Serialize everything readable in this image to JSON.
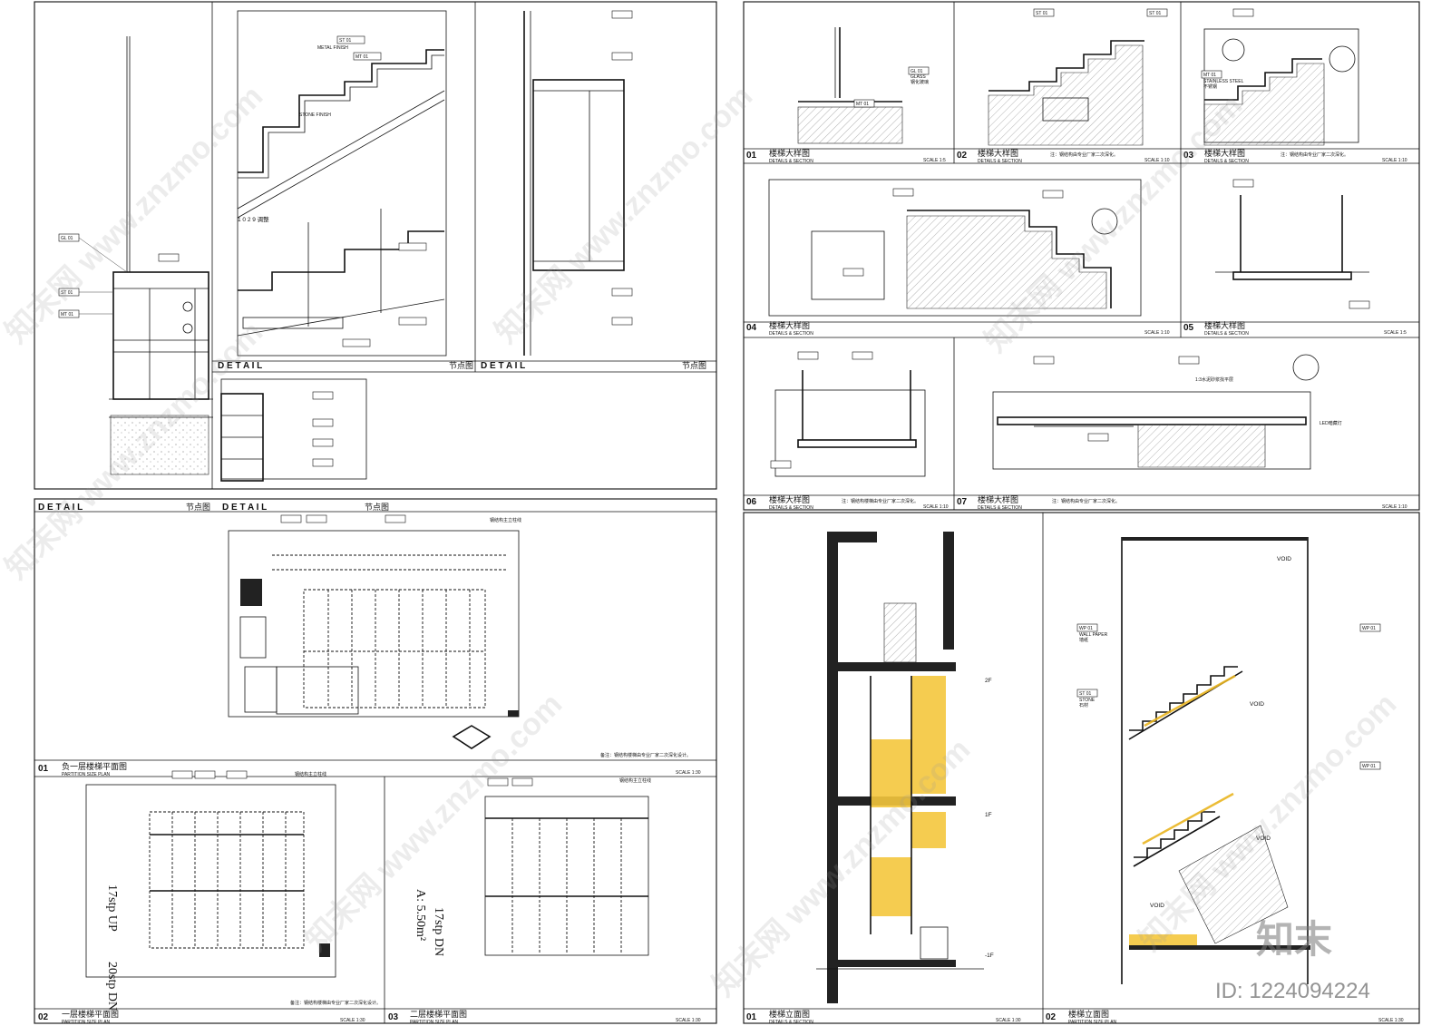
{
  "panels": {
    "detail_02": {
      "title": "D E T A I L",
      "cn": "节点图"
    },
    "detail_03": {
      "title": "D E T A I L",
      "cn": "节点图"
    },
    "detail_01": {
      "title": "D E T A I L",
      "cn": "节点图"
    },
    "detail_04": {
      "title": "D E T A I L",
      "cn": "节点图"
    },
    "adjust_note": "1 0 2 9 调整",
    "plan_b1": {
      "num": "01",
      "cn": "负一层楼梯平面图",
      "en": "PARTITION SIZE PLAN",
      "scale": "SCALE 1:30",
      "note": "备注：钢结构楼梯由专业厂家二次深化设计。"
    },
    "plan_1f": {
      "num": "02",
      "cn": "一层楼梯平面图",
      "en": "PARTITION SIZE PLAN",
      "scale": "SCALE 1:30",
      "note": "备注：钢结构楼梯由专业厂家二次深化设计。",
      "up": "17stp UP",
      "dn": "20stp DN"
    },
    "plan_2f": {
      "num": "03",
      "cn": "二层楼梯平面图",
      "en": "PARTITION SIZE PLAN",
      "scale": "SCALE 1:30",
      "dn": "17stp DN",
      "area": "A: 5.50m²"
    },
    "details_right": [
      {
        "num": "01",
        "cn": "楼梯大样图",
        "en": "DETAILS & SECTION",
        "scale": "SCALE 1:5"
      },
      {
        "num": "02",
        "cn": "楼梯大样图",
        "en": "DETAILS & SECTION",
        "scale": "SCALE 1:10",
        "note": "注：钢结构由专业厂家二次深化。"
      },
      {
        "num": "03",
        "cn": "楼梯大样图",
        "en": "DETAILS & SECTION",
        "scale": "SCALE 1:10",
        "note": "注：钢结构由专业厂家二次深化。"
      },
      {
        "num": "04",
        "cn": "楼梯大样图",
        "en": "DETAILS & SECTION",
        "scale": "SCALE 1:10"
      },
      {
        "num": "05",
        "cn": "楼梯大样图",
        "en": "DETAILS & SECTION",
        "scale": "SCALE 1:5"
      },
      {
        "num": "06",
        "cn": "楼梯大样图",
        "en": "DETAILS & SECTION",
        "scale": "SCALE 1:10",
        "note": "注：钢结构楼梯由专业厂家二次深化。"
      },
      {
        "num": "07",
        "cn": "楼梯大样图",
        "en": "DETAILS & SECTION",
        "scale": "SCALE 1:10",
        "note": "注：钢结构由专业厂家二次深化。"
      }
    ],
    "elev_01": {
      "num": "01",
      "cn": "楼梯立面图",
      "en": "DETAILS & SECTION",
      "scale": "SCALE 1:30"
    },
    "elev_02": {
      "num": "02",
      "cn": "楼梯立面图",
      "en": "PARTITION SIZE PLAN",
      "scale": "SCALE 1:30"
    }
  },
  "tags": {
    "stone": "ST 01",
    "stone_cn": "石材",
    "stone_en": "STONE",
    "glass": "GL 01",
    "glass_cn": "钢化玻璃",
    "glass_en": "GLASS",
    "metal": "MT 01",
    "metal_en": "STAINLESS STEEL",
    "metal_cn": "不锈钢",
    "wallpaper": "WP 01",
    "wallpaper_en": "WALL PAPER",
    "wallpaper_cn": "墙纸",
    "metal_finish": "METAL FINISH",
    "stone_finish": "STONE FINISH"
  },
  "notes": {
    "steel_column": "钢结构主立柱线",
    "void": "VOID",
    "level_2f": "2F",
    "level_1f": "1F",
    "level_m1f": "-1F",
    "led": "LED暗藏灯",
    "mortar": "1:3水泥砂浆找平层"
  },
  "watermark": {
    "site": "知末网 www.znzmo.com",
    "brand": "知末",
    "id": "ID: 1224094224"
  }
}
